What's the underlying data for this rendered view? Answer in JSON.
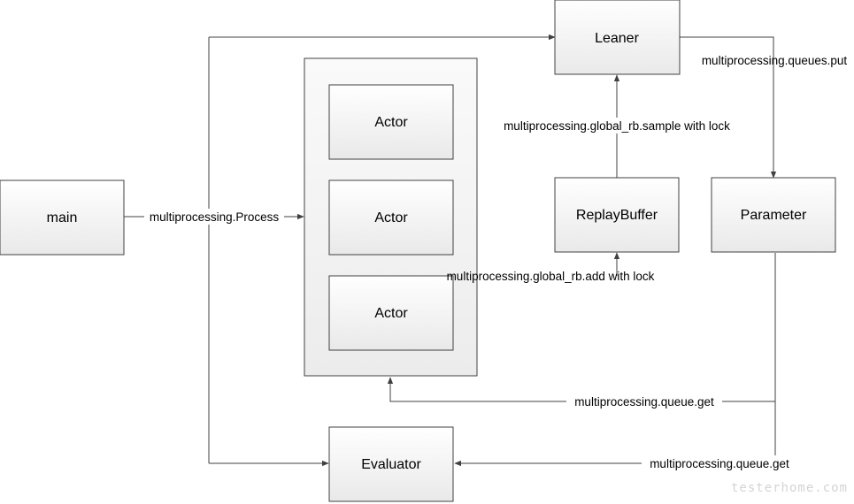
{
  "nodes": {
    "main": "main",
    "leaner": "Leaner",
    "actor_1": "Actor",
    "actor_2": "Actor",
    "actor_3": "Actor",
    "replay_buffer": "ReplayBuffer",
    "parameter": "Parameter",
    "evaluator": "Evaluator"
  },
  "edges": {
    "main_to_actors": "multiprocessing.Process",
    "leaner_to_parameter": "multiprocessing.queues.put",
    "buffer_to_leaner": "multiprocessing.global_rb.sample with lock",
    "actor_to_buffer": "multiprocessing.global_rb.add with lock",
    "parameter_to_actors": "multiprocessing.queue.get",
    "parameter_to_evaluator": "multiprocessing.queue.get"
  },
  "watermark": "testerhome.com",
  "colors": {
    "box_fill_start": "#ffffff",
    "box_fill_end": "#e8e8e8",
    "box_border": "#404040",
    "line": "#404040",
    "container_fill": "#f2f2f2"
  }
}
